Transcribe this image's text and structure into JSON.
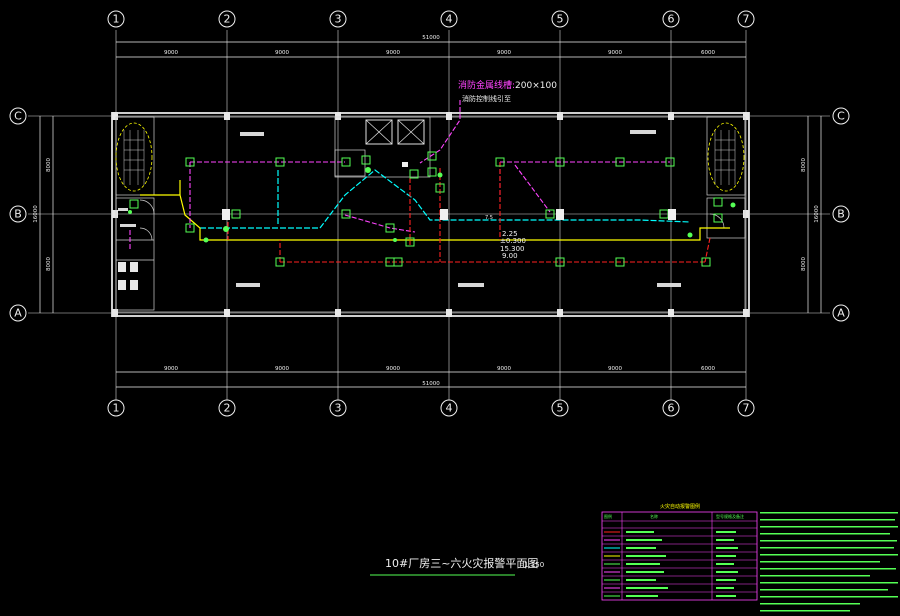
{
  "drawing": {
    "title": "10#厂房三~六火灾报警平面图",
    "scale": "1:150"
  },
  "grid": {
    "columns": [
      "1",
      "2",
      "3",
      "4",
      "5",
      "6",
      "7"
    ],
    "rows": [
      "C",
      "B",
      "A"
    ]
  },
  "dimensions": {
    "top_segments": [
      "9000",
      "9000",
      "9000",
      "9000",
      "9000",
      "6000"
    ],
    "top_total": "51000",
    "bottom_segments": [
      "9000",
      "9000",
      "9000",
      "9000",
      "9000",
      "6000"
    ],
    "bottom_total": "51000",
    "left_segments": [
      "8000",
      "8000"
    ],
    "left_total": "16000",
    "right_segments": [
      "8000",
      "8000"
    ],
    "right_total": "16000"
  },
  "annotations": {
    "tray_label_prefix": "消防金属线槽:",
    "tray_label_size": "200×100",
    "tray_label_line2": "消防控制线引至",
    "elevation_1": "2.25",
    "elevation_2": "±0.300",
    "elevation_3": "15.300",
    "elevation_4": "9.00",
    "elevation_5": "7.5"
  },
  "legend": {
    "title": "火灾自动报警图例",
    "header_symbol": "图例",
    "header_name": "名称",
    "header_spec": "型号规格及备注"
  },
  "colors": {
    "background": "#000000",
    "grid": "#f0f0f0",
    "wall": "#cfcfcf",
    "magenta": "#ff44ff",
    "red": "#ff2020",
    "yellow": "#ffff00",
    "cyan": "#00ffff",
    "green": "#55ff55"
  }
}
